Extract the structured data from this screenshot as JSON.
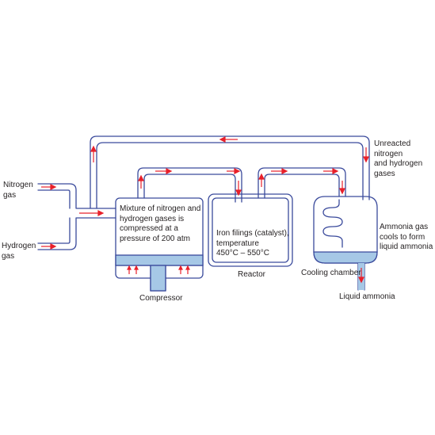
{
  "labels": {
    "nitrogen_line1": "Nitrogen",
    "nitrogen_line2": "gas",
    "hydrogen_line1": "Hydrogen",
    "hydrogen_line2": "gas",
    "mixture": [
      "Mixture of nitrogen and",
      "hydrogen gases is",
      "compressed at a",
      "pressure of 200 atm"
    ],
    "compressor": "Compressor",
    "reactor_conditions": [
      "Iron filings (catalyst),",
      "temperature",
      "450°C – 550°C"
    ],
    "reactor": "Reactor",
    "unreacted": [
      "Unreacted",
      "nitrogen",
      "and hydrogen",
      "gases"
    ],
    "ammonia_cools": [
      "Ammonia gas",
      "cools to form",
      "liquid ammonia"
    ],
    "cooling_chamber": "Cooling chamber",
    "liquid_ammonia": "Liquid ammonia"
  },
  "colors": {
    "pipe_outline": "#3a4a9c",
    "arrow": "#e8202a",
    "liquid": "#a6c8e6",
    "text": "#231f20"
  }
}
